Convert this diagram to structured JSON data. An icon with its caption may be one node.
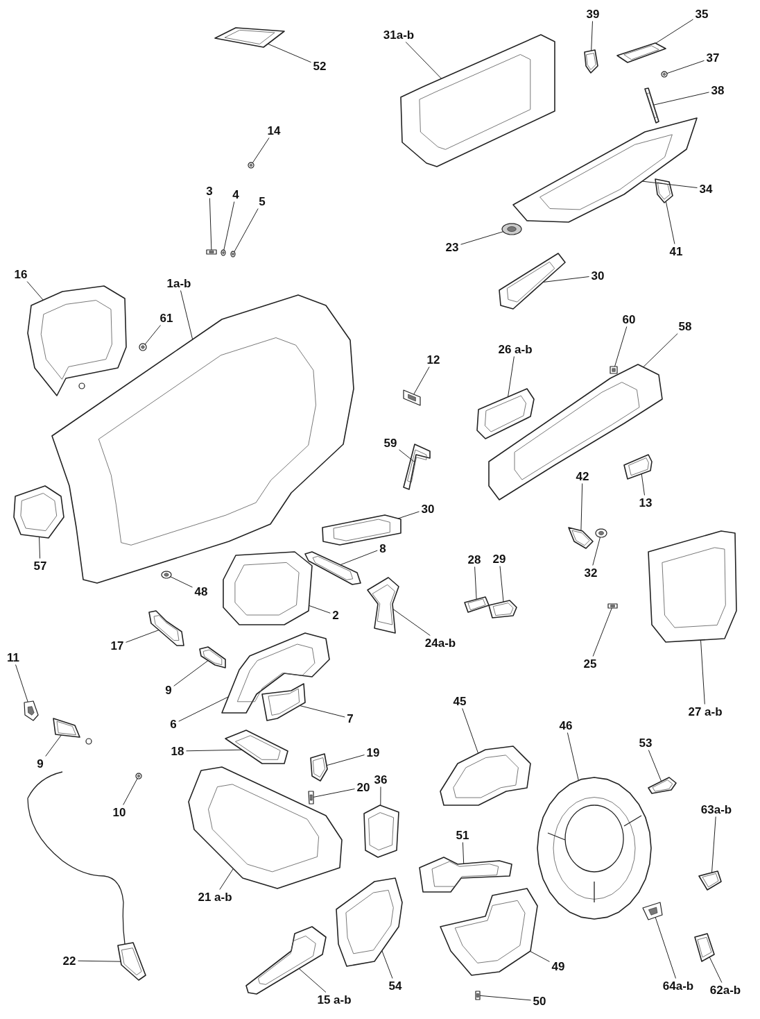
{
  "diagram": {
    "nodes": [
      {
        "text": [
          "52"
        ]
      },
      {
        "text": [],
        "shape": "picture"
      },
      {
        "text": [
          "31a-b"
        ]
      },
      {
        "text": [],
        "shape": "picture"
      },
      {
        "text": [
          "39"
        ]
      },
      {
        "text": [],
        "shape": "picture"
      },
      {
        "text": [
          "35"
        ]
      },
      {
        "text": [],
        "shape": "picture"
      },
      {
        "text": [
          "37"
        ]
      },
      {
        "text": [],
        "shape": "picture"
      },
      {
        "text": [
          "38"
        ]
      },
      {
        "text": [],
        "shape": "picture"
      },
      {
        "text": [
          "34"
        ]
      },
      {
        "text": [],
        "shape": "picture"
      },
      {
        "text": [
          "41"
        ]
      },
      {
        "text": [],
        "shape": "picture"
      },
      {
        "text": [
          "23"
        ]
      },
      {
        "text": [],
        "shape": "picture"
      },
      {
        "text": [
          "30"
        ]
      },
      {
        "text": [],
        "shape": "picture"
      },
      {
        "text": [
          "14"
        ]
      },
      {
        "text": [],
        "shape": "picture"
      },
      {
        "text": [
          "3"
        ]
      },
      {
        "text": [],
        "shape": "picture"
      },
      {
        "text": [
          "4"
        ]
      },
      {
        "text": [],
        "shape": "picture"
      },
      {
        "text": [
          "5"
        ]
      },
      {
        "text": [],
        "shape": "picture"
      },
      {
        "text": [
          "16"
        ]
      },
      {
        "text": [],
        "shape": "picture"
      },
      {
        "text": [
          "1a-b"
        ]
      },
      {
        "text": [],
        "shape": "picture"
      },
      {
        "text": [
          "61"
        ]
      },
      {
        "text": [],
        "shape": "picture"
      },
      {
        "text": [
          "60"
        ]
      },
      {
        "text": [],
        "shape": "picture"
      },
      {
        "text": [
          "58"
        ]
      },
      {
        "text": [],
        "shape": "picture"
      },
      {
        "text": [
          "26 a-b"
        ]
      },
      {
        "text": [],
        "shape": "picture"
      },
      {
        "text": [
          "12"
        ]
      },
      {
        "text": [],
        "shape": "picture"
      },
      {
        "text": [
          "59"
        ]
      },
      {
        "text": [],
        "shape": "picture"
      },
      {
        "text": [
          "30"
        ]
      },
      {
        "text": [],
        "shape": "picture"
      },
      {
        "text": [
          "42"
        ]
      },
      {
        "text": [],
        "shape": "picture"
      },
      {
        "text": [
          "13"
        ]
      },
      {
        "text": [],
        "shape": "picture"
      },
      {
        "text": [
          "32"
        ]
      },
      {
        "text": [],
        "shape": "picture"
      },
      {
        "text": [
          "57"
        ]
      },
      {
        "text": [],
        "shape": "picture"
      },
      {
        "text": [
          "48"
        ]
      },
      {
        "text": [],
        "shape": "picture"
      },
      {
        "text": [
          "8"
        ]
      },
      {
        "text": [],
        "shape": "picture"
      },
      {
        "text": [
          "2"
        ]
      },
      {
        "text": [],
        "shape": "picture"
      },
      {
        "text": [
          "28"
        ]
      },
      {
        "text": [],
        "shape": "picture"
      },
      {
        "text": [
          "29"
        ]
      },
      {
        "text": [],
        "shape": "picture"
      },
      {
        "text": [
          "24a-b"
        ]
      },
      {
        "text": [],
        "shape": "picture"
      },
      {
        "text": [
          "25"
        ]
      },
      {
        "text": [],
        "shape": "picture"
      },
      {
        "text": [
          "27 a-b"
        ]
      },
      {
        "text": [],
        "shape": "picture"
      },
      {
        "text": [
          "17"
        ]
      },
      {
        "text": [],
        "shape": "picture"
      },
      {
        "text": [
          "9"
        ]
      },
      {
        "text": [],
        "shape": "picture"
      },
      {
        "text": [
          "11"
        ]
      },
      {
        "text": [],
        "shape": "picture"
      },
      {
        "text": [
          "9"
        ]
      },
      {
        "text": [],
        "shape": "picture"
      },
      {
        "text": [
          "6"
        ]
      },
      {
        "text": [],
        "shape": "picture"
      },
      {
        "text": [
          "7"
        ]
      },
      {
        "text": [],
        "shape": "picture"
      },
      {
        "text": [
          "18"
        ]
      },
      {
        "text": [],
        "shape": "picture"
      },
      {
        "text": [
          "19"
        ]
      },
      {
        "text": [],
        "shape": "picture"
      },
      {
        "text": [
          "20"
        ]
      },
      {
        "text": [],
        "shape": "picture"
      },
      {
        "text": [
          "10"
        ]
      },
      {
        "text": [],
        "shape": "picture"
      },
      {
        "text": [
          "36"
        ]
      },
      {
        "text": [],
        "shape": "picture"
      },
      {
        "text": [
          "21 a-b"
        ]
      },
      {
        "text": [],
        "shape": "picture"
      },
      {
        "text": [
          "22"
        ]
      },
      {
        "text": [],
        "shape": "picture"
      },
      {
        "text": [
          "15 a-b"
        ]
      },
      {
        "text": [],
        "shape": "picture"
      },
      {
        "text": [
          "54"
        ]
      },
      {
        "text": [],
        "shape": "picture"
      },
      {
        "text": [
          "45"
        ]
      },
      {
        "text": [],
        "shape": "picture"
      },
      {
        "text": [
          "46"
        ]
      },
      {
        "text": [],
        "shape": "picture"
      },
      {
        "text": [
          "53"
        ]
      },
      {
        "text": [],
        "shape": "picture"
      },
      {
        "text": [
          "63a-b"
        ]
      },
      {
        "text": [],
        "shape": "picture"
      },
      {
        "text": [
          "51"
        ]
      },
      {
        "text": [],
        "shape": "picture"
      },
      {
        "text": [
          "49"
        ]
      },
      {
        "text": [],
        "shape": "picture"
      },
      {
        "text": [
          "50"
        ]
      },
      {
        "text": [],
        "shape": "picture"
      },
      {
        "text": [
          "64a-b"
        ]
      },
      {
        "text": [],
        "shape": "picture"
      },
      {
        "text": [
          "62a-b"
        ]
      },
      {
        "text": [],
        "shape": "picture"
      }
    ],
    "edges": [
      {
        "from": 0,
        "to": 1,
        "arrow": "none"
      },
      {
        "from": 2,
        "to": 3,
        "arrow": "none"
      },
      {
        "from": 4,
        "to": 5,
        "arrow": "none"
      },
      {
        "from": 6,
        "to": 7,
        "arrow": "none"
      },
      {
        "from": 8,
        "to": 9,
        "arrow": "none"
      },
      {
        "from": 10,
        "to": 11,
        "arrow": "none"
      },
      {
        "from": 12,
        "to": 13,
        "arrow": "none"
      },
      {
        "from": 14,
        "to": 15,
        "arrow": "none"
      },
      {
        "from": 16,
        "to": 17,
        "arrow": "none"
      },
      {
        "from": 18,
        "to": 19,
        "arrow": "none"
      },
      {
        "from": 20,
        "to": 21,
        "arrow": "none"
      },
      {
        "from": 22,
        "to": 23,
        "arrow": "none"
      },
      {
        "from": 24,
        "to": 25,
        "arrow": "none"
      },
      {
        "from": 26,
        "to": 27,
        "arrow": "none"
      },
      {
        "from": 28,
        "to": 29,
        "arrow": "none"
      },
      {
        "from": 30,
        "to": 31,
        "arrow": "none"
      },
      {
        "from": 32,
        "to": 33,
        "arrow": "none"
      },
      {
        "from": 34,
        "to": 35,
        "arrow": "none"
      },
      {
        "from": 36,
        "to": 37,
        "arrow": "none"
      },
      {
        "from": 38,
        "to": 39,
        "arrow": "none"
      },
      {
        "from": 40,
        "to": 41,
        "arrow": "none"
      },
      {
        "from": 42,
        "to": 43,
        "arrow": "none"
      },
      {
        "from": 44,
        "to": 45,
        "arrow": "none"
      },
      {
        "from": 46,
        "to": 47,
        "arrow": "none"
      },
      {
        "from": 48,
        "to": 49,
        "arrow": "none"
      },
      {
        "from": 50,
        "to": 51,
        "arrow": "none"
      },
      {
        "from": 52,
        "to": 53,
        "arrow": "none"
      },
      {
        "from": 54,
        "to": 55,
        "arrow": "none"
      },
      {
        "from": 56,
        "to": 57,
        "arrow": "none"
      },
      {
        "from": 58,
        "to": 59,
        "arrow": "none"
      },
      {
        "from": 60,
        "to": 61,
        "arrow": "none"
      },
      {
        "from": 62,
        "to": 63,
        "arrow": "none"
      },
      {
        "from": 64,
        "to": 65,
        "arrow": "none"
      },
      {
        "from": 66,
        "to": 67,
        "arrow": "none"
      },
      {
        "from": 68,
        "to": 69,
        "arrow": "none"
      },
      {
        "from": 70,
        "to": 71,
        "arrow": "none"
      },
      {
        "from": 72,
        "to": 73,
        "arrow": "none"
      },
      {
        "from": 74,
        "to": 75,
        "arrow": "none"
      },
      {
        "from": 76,
        "to": 77,
        "arrow": "none"
      },
      {
        "from": 78,
        "to": 79,
        "arrow": "none"
      },
      {
        "from": 80,
        "to": 81,
        "arrow": "none"
      },
      {
        "from": 82,
        "to": 83,
        "arrow": "none"
      },
      {
        "from": 84,
        "to": 85,
        "arrow": "none"
      },
      {
        "from": 86,
        "to": 87,
        "arrow": "none"
      },
      {
        "from": 88,
        "to": 89,
        "arrow": "none"
      },
      {
        "from": 90,
        "to": 91,
        "arrow": "none"
      },
      {
        "from": 92,
        "to": 93,
        "arrow": "none"
      },
      {
        "from": 94,
        "to": 95,
        "arrow": "none"
      },
      {
        "from": 96,
        "to": 97,
        "arrow": "none"
      },
      {
        "from": 98,
        "to": 99,
        "arrow": "none"
      },
      {
        "from": 100,
        "to": 101,
        "arrow": "none"
      },
      {
        "from": 102,
        "to": 103,
        "arrow": "none"
      },
      {
        "from": 104,
        "to": 105,
        "arrow": "none"
      },
      {
        "from": 106,
        "to": 107,
        "arrow": "none"
      },
      {
        "from": 108,
        "to": 109,
        "arrow": "none"
      },
      {
        "from": 110,
        "to": 111,
        "arrow": "none"
      },
      {
        "from": 112,
        "to": 113,
        "arrow": "none"
      },
      {
        "from": 114,
        "to": 115,
        "arrow": "none"
      },
      {
        "from": 116,
        "to": 117,
        "arrow": "none"
      }
    ]
  }
}
